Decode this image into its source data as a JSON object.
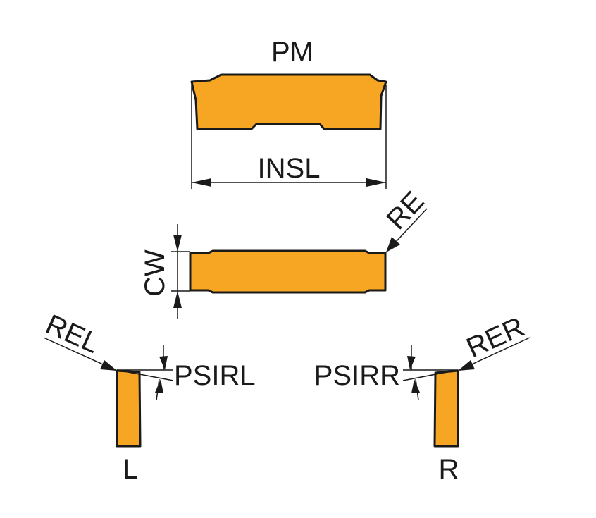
{
  "labels": {
    "pm": "PM",
    "insl": "INSL",
    "re": "RE",
    "cw": "CW",
    "rel": "REL",
    "rer": "RER",
    "psirl": "PSIRL",
    "psirr": "PSIRR",
    "l": "L",
    "r": "R"
  },
  "colors": {
    "insert_fill": "#F6A623",
    "outline": "#1a1a1a",
    "background": "#ffffff"
  }
}
